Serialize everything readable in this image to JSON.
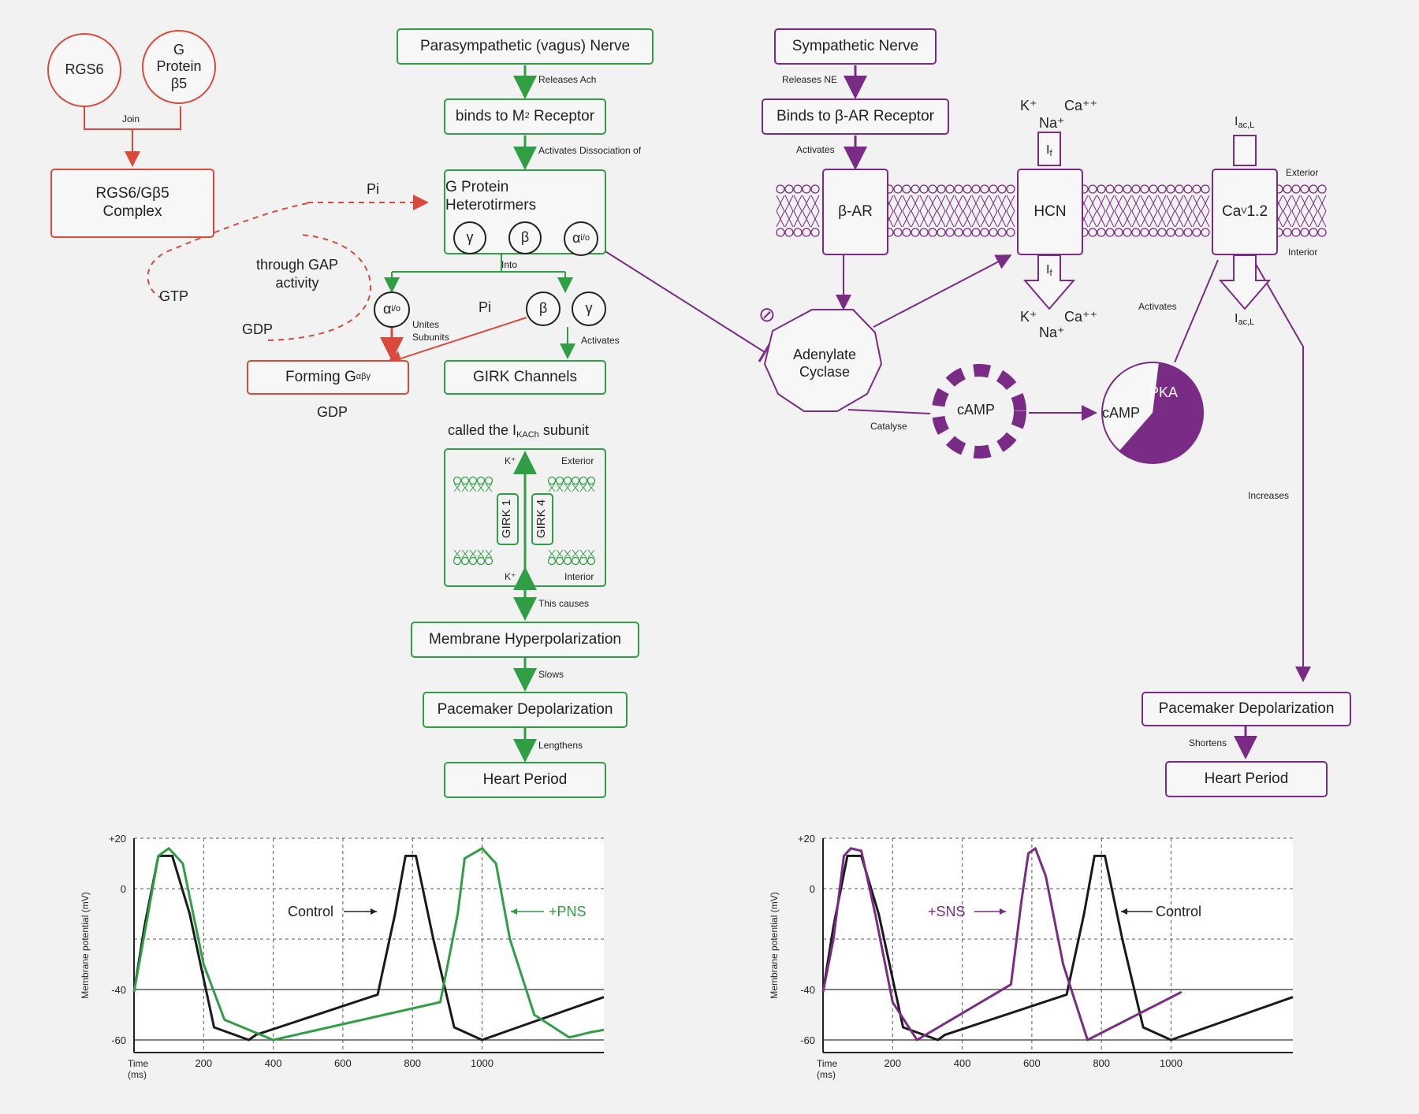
{
  "colors": {
    "green": "#2f9e44",
    "purple": "#7a2b86",
    "red": "#d94a3a",
    "black": "#1a1a1a"
  },
  "left": {
    "rgs6": "RGS6",
    "gprot_b5": [
      "G",
      "Protein",
      "β5"
    ],
    "join": "Join",
    "complex": [
      "RGS6/Gβ5",
      "Complex"
    ],
    "pi_top": "Pi",
    "gap": [
      "through GAP",
      "activity"
    ],
    "gtp": "GTP",
    "gdp_left": "GDP",
    "gdp_bottom": "GDP",
    "unites": [
      "Unites",
      "Subunits"
    ],
    "forming": "Forming G",
    "forming_sub": "αβγ"
  },
  "para": {
    "nerve": "Parasympathetic (vagus) Nerve",
    "releases": "Releases Ach",
    "binds": "binds to M",
    "binds_sub": "2",
    "binds_tail": " Receptor",
    "activates_diss": "Activates Dissociation of",
    "gprotein": [
      "G Protein",
      "Heterotirmers"
    ],
    "gamma": "γ",
    "beta": "β",
    "alpha": "α",
    "alpha_sub": "i/o",
    "into": "Into",
    "pi_mid": "Pi",
    "activates": "Activates",
    "girk": "GIRK Channels",
    "called": "called the I",
    "called_sub": "KACh",
    "called_tail": " subunit",
    "k_top": "K⁺",
    "k_bottom": "K⁺",
    "exterior": "Exterior",
    "interior": "Interior",
    "girk1": "GIRK 1",
    "girk4": "GIRK 4",
    "this_causes": "This causes",
    "hyperpol": "Membrane Hyperpolarization",
    "slows": "Slows",
    "pacemaker": "Pacemaker Depolarization",
    "lengthens": "Lengthens",
    "heart": "Heart Period"
  },
  "symp": {
    "nerve": "Sympathetic Nerve",
    "releases": "Releases NE",
    "binds": "Binds to β-AR Receptor",
    "activates": "Activates",
    "bar": "β-AR",
    "hcn": "HCN",
    "cav": "Ca",
    "cav_sub": "V",
    "cav_tail": "1.2",
    "exterior": "Exterior",
    "interior": "Interior",
    "ions_top": [
      "K⁺",
      "Ca⁺⁺",
      "Na⁺"
    ],
    "ions_bot": [
      "K⁺",
      "Ca⁺⁺",
      "Na⁺"
    ],
    "if_label": "I",
    "if_sub": "f",
    "iac_label": "I",
    "iac_sub": "ac,L",
    "adenylate": [
      "Adenylate",
      "Cyclase"
    ],
    "catalyse": "Catalyse",
    "camp": "cAMP",
    "camp2": "cAMP",
    "pka": "PKA",
    "activates2": "Activates",
    "increases": "Increases",
    "pacemaker": "Pacemaker Depolarization",
    "shortens": "Shortens",
    "heart": "Heart Period"
  },
  "chart_data": [
    {
      "type": "line",
      "ylabel": "Membrane potential (mV)",
      "xlabel": "Time (ms)",
      "x_ticks": [
        "200",
        "400",
        "600",
        "800",
        "1000"
      ],
      "y_ticks": [
        "+20",
        "0",
        "-40",
        "-60"
      ],
      "ylim": [
        -65,
        20
      ],
      "xlim": [
        0,
        1350
      ],
      "series": [
        {
          "name": "Control",
          "color": "#1a1a1a",
          "x": [
            0,
            30,
            70,
            110,
            160,
            230,
            330,
            350,
            700,
            750,
            780,
            810,
            860,
            920,
            1000,
            1350
          ],
          "y": [
            -41,
            -15,
            13,
            13,
            -10,
            -55,
            -60,
            -58,
            -42,
            -10,
            13,
            13,
            -20,
            -55,
            -60,
            -43
          ]
        },
        {
          "name": "+PNS",
          "color": "#2f9e44",
          "x": [
            0,
            30,
            70,
            100,
            140,
            200,
            260,
            400,
            880,
            930,
            950,
            1000,
            1040,
            1080,
            1150,
            1250,
            1310,
            1350
          ],
          "y": [
            -41,
            -18,
            13,
            16,
            10,
            -30,
            -52,
            -60,
            -45,
            -10,
            12,
            16,
            10,
            -20,
            -50,
            -59,
            -57,
            -56
          ]
        }
      ],
      "annotations": [
        "Control",
        "+PNS"
      ]
    },
    {
      "type": "line",
      "ylabel": "Membrane potential (mV)",
      "xlabel": "Time (ms)",
      "x_ticks": [
        "200",
        "400",
        "600",
        "800",
        "1000"
      ],
      "y_ticks": [
        "+20",
        "0",
        "-40",
        "-60"
      ],
      "ylim": [
        -65,
        20
      ],
      "xlim": [
        0,
        1350
      ],
      "series": [
        {
          "name": "Control",
          "color": "#1a1a1a",
          "x": [
            0,
            30,
            70,
            110,
            160,
            230,
            330,
            350,
            700,
            750,
            780,
            810,
            860,
            920,
            1000,
            1350
          ],
          "y": [
            -41,
            -15,
            13,
            13,
            -10,
            -55,
            -60,
            -58,
            -42,
            -10,
            13,
            13,
            -20,
            -55,
            -60,
            -43
          ]
        },
        {
          "name": "+SNS",
          "color": "#7a2b86",
          "x": [
            0,
            30,
            60,
            80,
            110,
            150,
            200,
            270,
            540,
            570,
            590,
            610,
            640,
            690,
            760,
            1030
          ],
          "y": [
            -41,
            -20,
            13,
            16,
            15,
            -10,
            -45,
            -60,
            -38,
            -5,
            14,
            16,
            5,
            -30,
            -60,
            -41
          ]
        }
      ],
      "annotations": [
        "+SNS",
        "Control"
      ]
    }
  ]
}
